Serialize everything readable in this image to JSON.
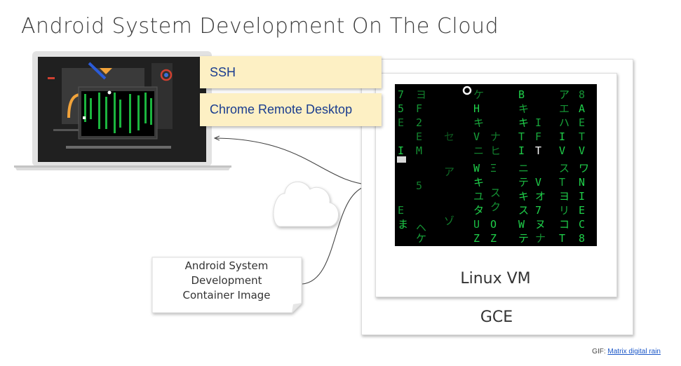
{
  "title": "Android System Development On The Cloud",
  "notes": {
    "ssh": "SSH",
    "chrome_remote_desktop": "Chrome Remote Desktop"
  },
  "boxes": {
    "gce": "GCE",
    "linux_vm": "Linux VM"
  },
  "container_image_lines": [
    "Android System",
    "Development",
    "Container Image"
  ],
  "credit": {
    "prefix": "GIF: ",
    "link_text": "Matrix digital rain"
  },
  "icons": [
    "laptop-icon",
    "cloud-icon",
    "document-icon",
    "matrix-rain-gif"
  ],
  "colors": {
    "note_fill": "#fdf0c4",
    "note_text": "#1a3d8f",
    "matrix_green": "#1fd04a",
    "link": "#1a56c8"
  }
}
